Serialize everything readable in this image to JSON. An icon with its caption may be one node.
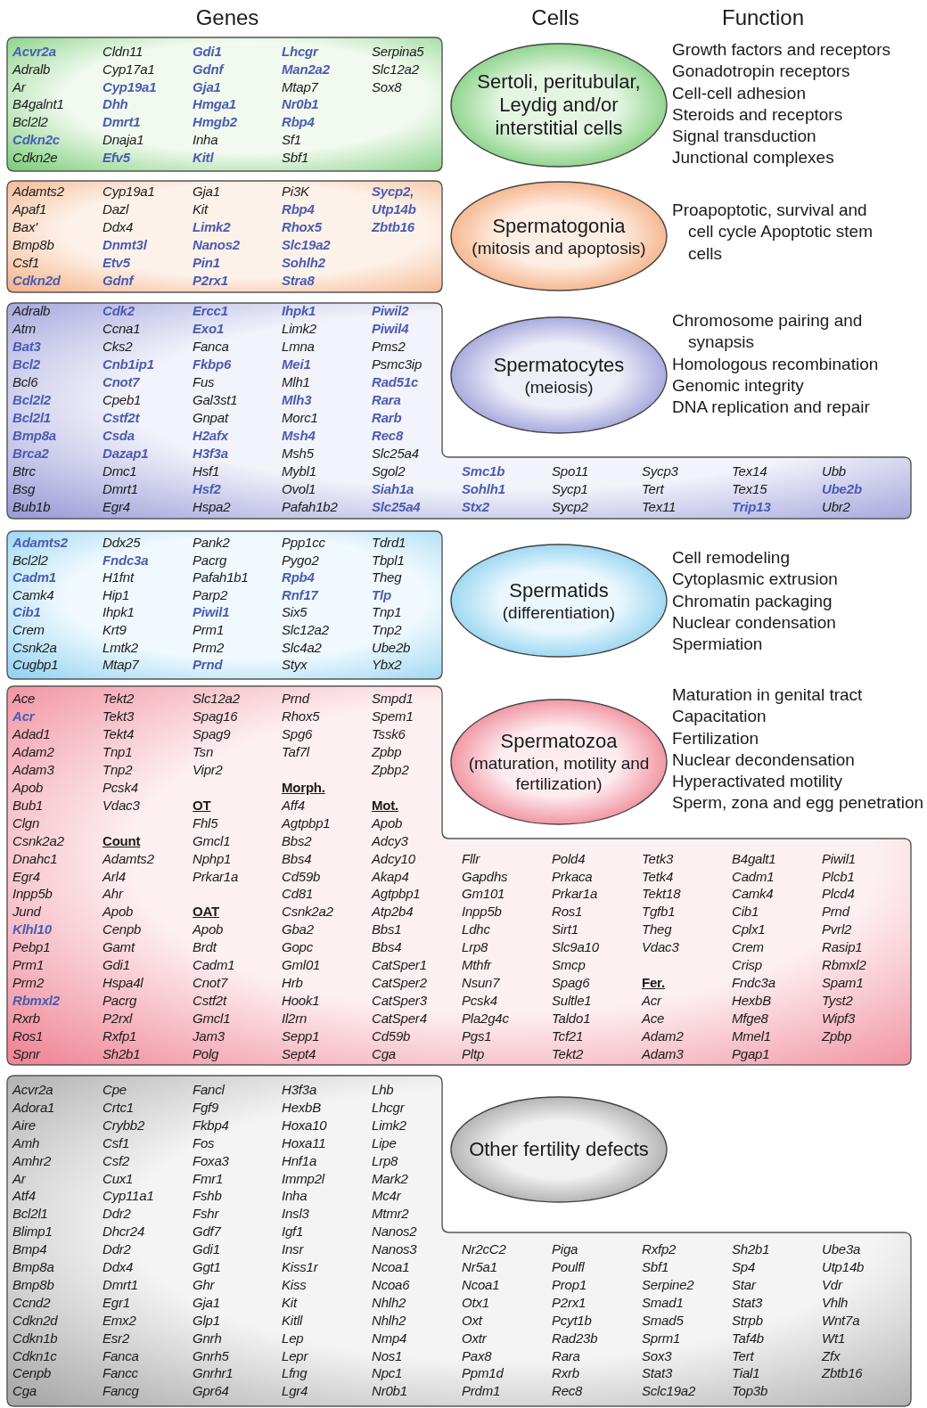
{
  "diagram": {
    "nodes": [
      {
        "text": [
          "**Acvr2a**",
          "Adralb",
          "Ar",
          "B4galnt1",
          "Bcl2l2",
          "**Cdkn2c**",
          "Cdkn2e",
          "Cldn11",
          "Cyp17a1",
          "**Cyp19a1**",
          "**Dhh**",
          "**Dmrt1**",
          "Dnaja1",
          "**Efv5**",
          "**Gdi1**",
          "**Gdnf**",
          "**Gja1**",
          "**Hmga1**",
          "**Hmgb2**",
          "Inha",
          "**Kitl**",
          "**Lhcgr**",
          "**Man2a2**",
          "Mtap7",
          "**Nr0b1**",
          "**Rbp4**",
          "Sf1",
          "Sbf1",
          "Serpina5",
          "Slc12a2",
          "Sox8"
        ]
      },
      {
        "text": [
          "Sertoli, peritubular, Leydig and/or interstitial cells"
        ],
        "beside": [
          "Growth factors and receptors",
          "Gonadotropin receptors",
          "Cell-cell adhesion",
          "Steroids and receptors",
          "Signal transduction",
          "Junctional complexes"
        ]
      },
      {
        "text": [
          "Adamts2",
          "Apaf1",
          "Bax'",
          "Bmp8b",
          "Csf1",
          "**Cdkn2d**",
          "Cyp19a1",
          "Dazl",
          "Ddx4",
          "**Dnmt3l**",
          "**Etv5**",
          "**Gdnf**",
          "Gja1",
          "Kit",
          "**Limk2**",
          "**Nanos2**",
          "**Pin1**",
          "**P2rx1**",
          "Pi3K",
          "**Rbp4**",
          "**Rhox5**",
          "**Slc19a2**",
          "**Sohlh2**",
          "**Stra8**",
          "**Sycp2,**",
          "**Utp14b**",
          "**Zbtb16**"
        ]
      },
      {
        "text": [
          "Spermatogonia",
          "(mitosis and apoptosis)"
        ],
        "beside": [
          "Proapoptotic, survival and cell cycle Apoptotic stem cells"
        ]
      },
      {
        "text": [
          "Adralb",
          "Atm",
          "**Bat3**",
          "**Bcl2**",
          "Bcl6",
          "**Bcl2l2**",
          "**Bcl2l1**",
          "**Bmp8a**",
          "**Brca2**",
          "Btrc",
          "Bsg",
          "Bub1b",
          "**Cdk2**",
          "Ccna1",
          "Cks2",
          "**Cnb1ip1**",
          "**Cnot7**",
          "Cpeb1",
          "**Cstf2t**",
          "**Csda**",
          "**Dazap1**",
          "Dmc1",
          "Dmrt1",
          "Egr4",
          "**Ercc1**",
          "**Exo1**",
          "Fanca",
          "**Fkbp6**",
          "Fus",
          "Gal3st1",
          "Gnpat",
          "**H2afx**",
          "**H3f3a**",
          "Hsf1",
          "**Hsf2**",
          "Hspa2",
          "**Ihpk1**",
          "Limk2",
          "Lmna",
          "**Mei1**",
          "Mlh1",
          "**Mlh3**",
          "Morc1",
          "**Msh4**",
          "Msh5",
          "Mybl1",
          "Ovol1",
          "Pafah1b2",
          "**Piwil2**",
          "**Piwil4**",
          "Pms2",
          "Psmc3ip",
          "**Rad51c**",
          "**Rara**",
          "**Rarb**",
          "**Rec8**",
          "Slc25a4",
          "Sgol2",
          "**Siah1a**",
          "**Slc25a4**",
          "**Smc1b**",
          "**Sohlh1**",
          "**Stx2**",
          "Spo11",
          "Sycp1",
          "Sycp2",
          "Sycp3",
          "Tert",
          "Tex11",
          "Tex14",
          "Tex15",
          "**Trip13**",
          "Ubb",
          "**Ube2b**",
          "Ubr2"
        ]
      },
      {
        "text": [
          "Spermatocytes",
          "(meiosis)"
        ],
        "beside": [
          "Chromosome pairing and synapsis",
          "Homologous recombination",
          "Genomic integrity",
          "DNA replication and repair"
        ]
      },
      {
        "text": [
          "**Adamts2**",
          "Bcl2l2",
          "**Cadm1**",
          "Camk4",
          "**Cib1**",
          "Crem",
          "Csnk2a",
          "Cugbp1",
          "Ddx25",
          "**Fndc3a**",
          "H1fnt",
          "Hip1",
          "Ihpk1",
          "Krt9",
          "Lmtk2",
          "Mtap7",
          "Pank2",
          "Pacrg",
          "Pafah1b1",
          "Parp2",
          "**Piwil1**",
          "Prm1",
          "Prm2",
          "**Prnd**",
          "Ppp1cc",
          "Pygo2",
          "**Rpb4**",
          "**Rnf17**",
          "Six5",
          "Slc12a2",
          "Slc4a2",
          "Styx",
          "Tdrd1",
          "Tbpl1",
          "Theg",
          "**Tlp**",
          "Tnp1",
          "Tnp2",
          "Ube2b",
          "Ybx2"
        ]
      },
      {
        "text": [
          "Spermatids",
          "(differentiation)"
        ],
        "beside": [
          "Cell remodeling",
          "Cytoplasmic extrusion",
          "Chromatin packaging",
          "Nuclear condensation",
          "Spermiation"
        ]
      },
      {
        "text": [
          "Ace",
          "**Acr**",
          "Adad1",
          "Adam2",
          "Adam3",
          "Apob",
          "Bub1",
          "Clgn",
          "Csnk2a2",
          "Dnahc1",
          "Egr4",
          "Inpp5b",
          "Jund",
          "**Klhl10**",
          "Pebp1",
          "Prm1",
          "Prm2",
          "**Rbmxl2**",
          "Rxrb",
          "Ros1",
          "Spnr",
          "Tekt2",
          "Tekt3",
          "Tekt4",
          "Tnp1",
          "Tnp2",
          "Pcsk4",
          "Vdac3",
          "Count",
          "Adamts2",
          "Arl4",
          "Ahr",
          "Apob",
          "Cenpb",
          "Gamt",
          "Gdi1",
          "Hspa4l",
          "Pacrg",
          "P2rxl",
          "Rxfp1",
          "Sh2b1",
          "Slc12a2",
          "Spag16",
          "Spag9",
          "Tsn",
          "Vipr2",
          "OT",
          "Fhl5",
          "Gmcl1",
          "Nphp1",
          "Prkar1a",
          "OAT",
          "Apob",
          "Brdt",
          "Cadm1",
          "Cnot7",
          "Cstf2t",
          "Gmcl1",
          "Jam3",
          "Polg",
          "Prnd",
          "Rhox5",
          "Spg6",
          "Taf7l",
          "Morph.",
          "Aff4",
          "Agtpbp1",
          "Bbs2",
          "Bbs4",
          "Cd59b",
          "Cd81",
          "Csnk2a2",
          "Gba2",
          "Gopc",
          "Gml01",
          "Hrb",
          "Hook1",
          "Il2rn",
          "Sepp1",
          "Sept4",
          "Smpd1",
          "Spem1",
          "Tssk6",
          "Zpbp",
          "Zpbp2",
          "Mot.",
          "Apob",
          "Adcy3",
          "Adcy10",
          "Akap4",
          "Agtpbp1",
          "Atp2b4",
          "Bbs1",
          "Bbs4",
          "CatSper1",
          "CatSper2",
          "CatSper3",
          "CatSper4",
          "Cd59b",
          "Cga",
          "Fllr",
          "Gapdhs",
          "Gm101",
          "Inpp5b",
          "Ldhc",
          "Lrp8",
          "Mthfr",
          "Nsun7",
          "Pcsk4",
          "Pla2g4c",
          "Pgs1",
          "Pltp",
          "Pold4",
          "Prkaca",
          "Prkar1a",
          "Ros1",
          "Sirt1",
          "Slc9a10",
          "Smcp",
          "Spag6",
          "Sultle1",
          "Taldo1",
          "Tcf21",
          "Tekt2",
          "Tetk3",
          "Tetk4",
          "Tekt18",
          "Tgfb1",
          "Theg",
          "Vdac3",
          "Fer.",
          "Acr",
          "Ace",
          "Adam2",
          "Adam3",
          "B4galt1",
          "Cadm1",
          "Camk4",
          "Cib1",
          "Cplx1",
          "Crem",
          "Crisp",
          "Fndc3a",
          "HexbB",
          "Mfge8",
          "Mmel1",
          "Pgap1",
          "Piwil1",
          "Plcb1",
          "Plcd4",
          "Prnd",
          "Pvrl2",
          "Rasip1",
          "Rbmxl2",
          "Spam1",
          "Tyst2",
          "Wipf3",
          "Zpbp"
        ]
      },
      {
        "text": [
          "Spermatozoa",
          "(maturation, motility and fertilization)"
        ],
        "beside": [
          "Maturation in genital tract",
          "Capacitation",
          "Fertilization",
          "Nuclear decondensation",
          "Hyperactivated motility",
          "Sperm, zona and egg penetration"
        ]
      },
      {
        "text": [
          "Acvr2a",
          "Adora1",
          "Aire",
          "Amh",
          "Amhr2",
          "Ar",
          "Atf4",
          "Bcl2l1",
          "Blimp1",
          "Bmp4",
          "Bmp8a",
          "Bmp8b",
          "Ccnd2",
          "Cdkn2d",
          "Cdkn1b",
          "Cdkn1c",
          "Cenpb",
          "Cga",
          "Cpe",
          "Crtc1",
          "Crybb2",
          "Csf1",
          "Csf2",
          "Cux1",
          "Cyp11a1",
          "Ddr2",
          "Dhcr24",
          "Ddr2",
          "Ddx4",
          "Dmrt1",
          "Egr1",
          "Emx2",
          "Esr2",
          "Fanca",
          "Fancc",
          "Fancg",
          "Fancl",
          "Fgf9",
          "Fkbp4",
          "Fos",
          "Foxa3",
          "Fmr1",
          "Fshb",
          "Fshr",
          "Gdf7",
          "Gdi1",
          "Ggt1",
          "Ghr",
          "Gja1",
          "Glp1",
          "Gnrh",
          "Gnrh5",
          "Gnrhr1",
          "Gpr64",
          "H3f3a",
          "HexbB",
          "Hoxa10",
          "Hoxa11",
          "Hnf1a",
          "Immp2l",
          "Inha",
          "Insl3",
          "Igf1",
          "Insr",
          "Kiss1r",
          "Kiss",
          "Kit",
          "Kitll",
          "Lep",
          "Lepr",
          "Lfng",
          "Lgr4",
          "Lhb",
          "Lhcgr",
          "Limk2",
          "Lipe",
          "Lrp8",
          "Mark2",
          "Mc4r",
          "Mtmr2",
          "Nanos2",
          "Nanos3",
          "Ncoa1",
          "Ncoa6",
          "Nhlh2",
          "Nhlh2",
          "Nmp4",
          "Nos1",
          "Npc1",
          "Nr0b1",
          "Nr2cC2",
          "Nr5a1",
          "Ncoa1",
          "Otx1",
          "Oxt",
          "Oxtr",
          "Pax8",
          "Ppm1d",
          "Prdm1",
          "Piga",
          "Poulfl",
          "Prop1",
          "P2rx1",
          "Pcyt1b",
          "Rad23b",
          "Rara",
          "Rxrb",
          "Rec8",
          "Rxfp2",
          "Sbf1",
          "Serpine2",
          "Smad1",
          "Smad5",
          "Sprm1",
          "Sox3",
          "Stat3",
          "Sclc19a2",
          "Sh2b1",
          "Sp4",
          "Star",
          "Stat3",
          "Strpb",
          "Taf4b",
          "Tert",
          "Tial1",
          "Top3b",
          "Ube3a",
          "Utp14b",
          "Vdr",
          "Vhlh",
          "Wnt7a",
          "Wt1",
          "Zfx",
          "Zbtb16"
        ]
      },
      {
        "text": [
          "Other fertility defects"
        ]
      }
    ],
    "edges": [],
    "labels": [
      "Genes",
      "Cells",
      "Function"
    ]
  }
}
